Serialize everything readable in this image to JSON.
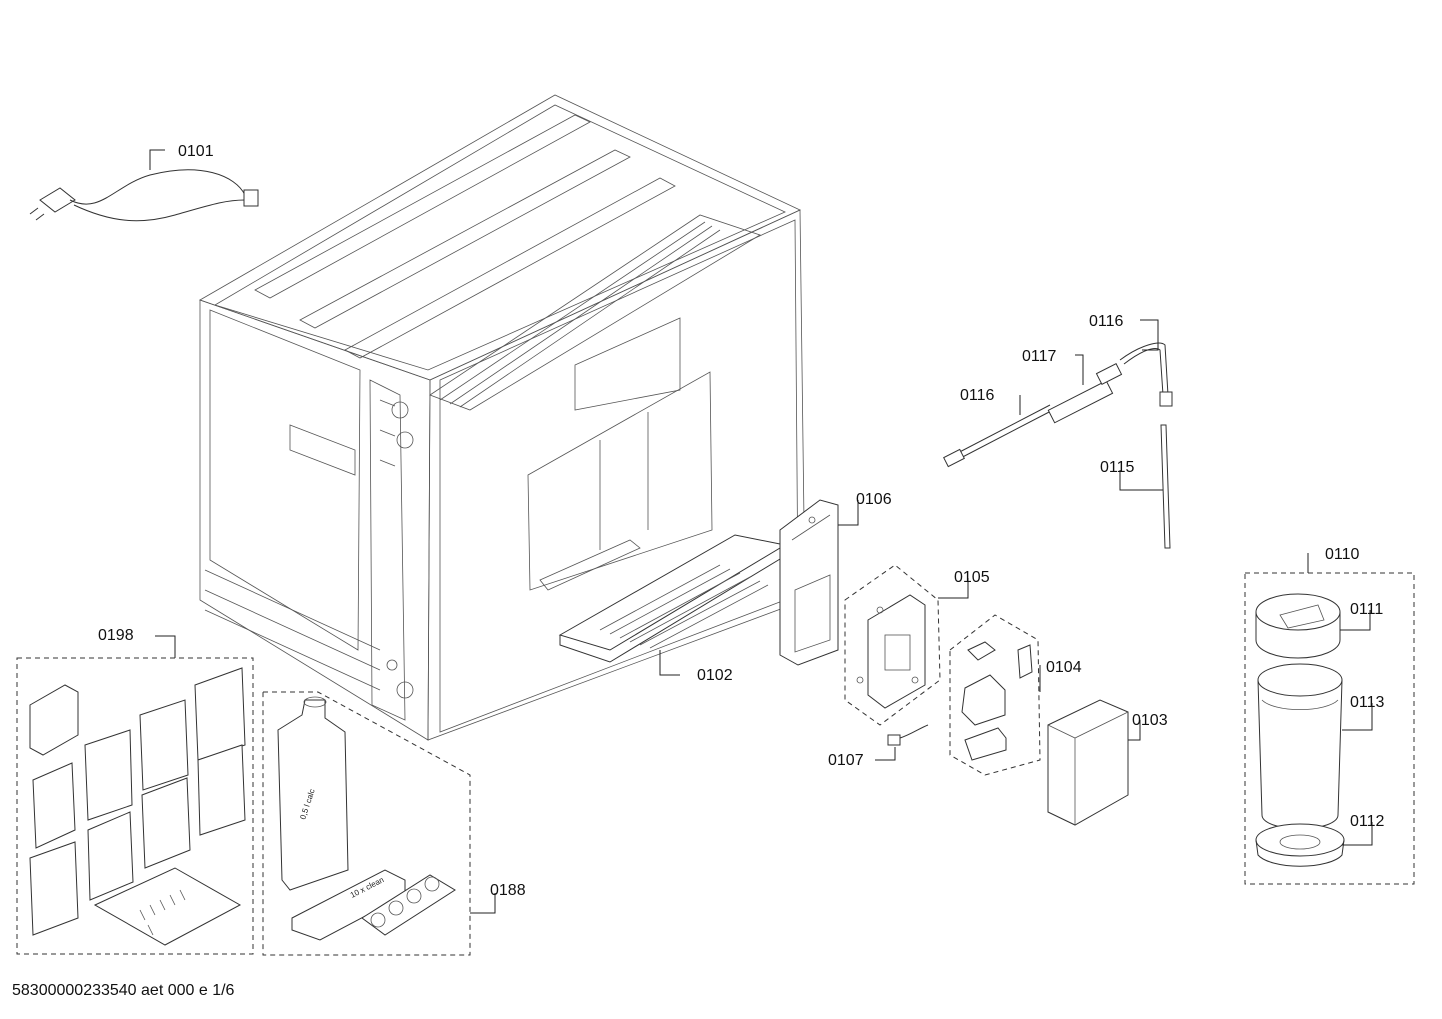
{
  "document_id": "58300000233540 aet 000 e 1/6",
  "parts": [
    {
      "id": "p0101",
      "number": "0101"
    },
    {
      "id": "p0102",
      "number": "0102"
    },
    {
      "id": "p0103",
      "number": "0103"
    },
    {
      "id": "p0104",
      "number": "0104"
    },
    {
      "id": "p0105",
      "number": "0105"
    },
    {
      "id": "p0106",
      "number": "0106"
    },
    {
      "id": "p0107",
      "number": "0107"
    },
    {
      "id": "p0110",
      "number": "0110"
    },
    {
      "id": "p0111",
      "number": "0111"
    },
    {
      "id": "p0112",
      "number": "0112"
    },
    {
      "id": "p0113",
      "number": "0113"
    },
    {
      "id": "p0115",
      "number": "0115"
    },
    {
      "id": "p0116a",
      "number": "0116"
    },
    {
      "id": "p0116b",
      "number": "0116"
    },
    {
      "id": "p0117",
      "number": "0117"
    },
    {
      "id": "p0188",
      "number": "0188"
    },
    {
      "id": "p0198",
      "number": "0198"
    }
  ],
  "product_labels": {
    "descaler_bottle": "0,5 l calc",
    "cleaning_tablets": "10 x clean"
  }
}
